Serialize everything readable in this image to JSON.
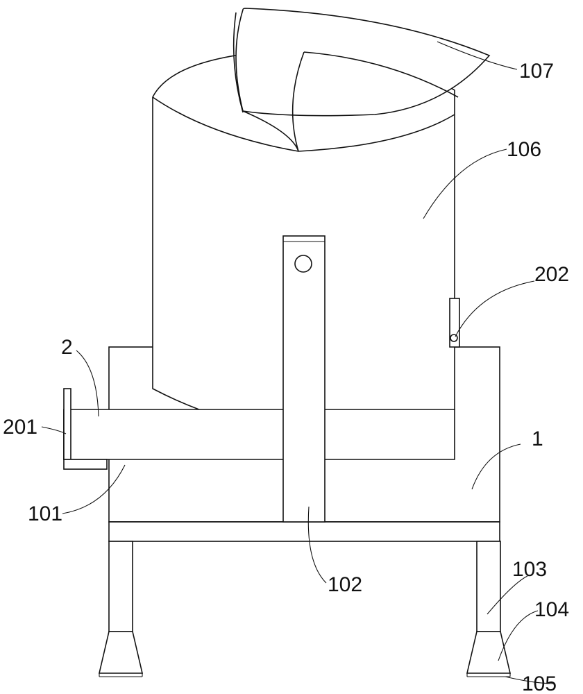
{
  "labels": {
    "l107": "107",
    "l106": "106",
    "l202": "202",
    "l2": "2",
    "l201": "201",
    "l1": "1",
    "l101": "101",
    "l102": "102",
    "l103": "103",
    "l104": "104",
    "l105": "105"
  }
}
